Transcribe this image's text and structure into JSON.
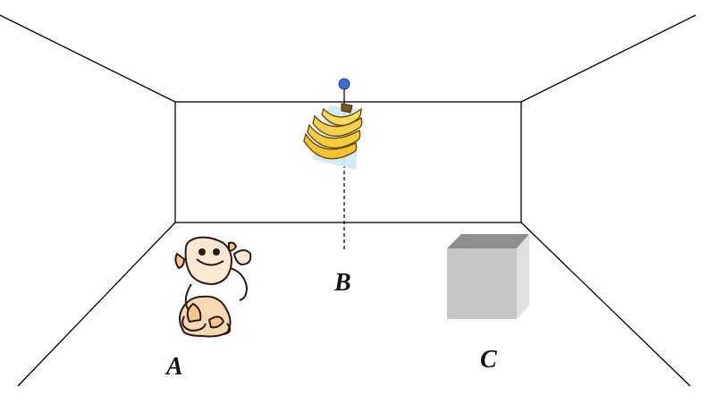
{
  "labels": {
    "a": "A",
    "b": "B",
    "c": "C"
  },
  "objects": {
    "monkey": "monkey",
    "bananas": "bananas",
    "box": "box"
  },
  "colors": {
    "lines": "#000000",
    "pin": "#3d6ad6",
    "banana": "#f2c230",
    "box_front": "#c6c6c6",
    "box_top": "#8e8e8e",
    "box_side": "#e0e0e0"
  }
}
